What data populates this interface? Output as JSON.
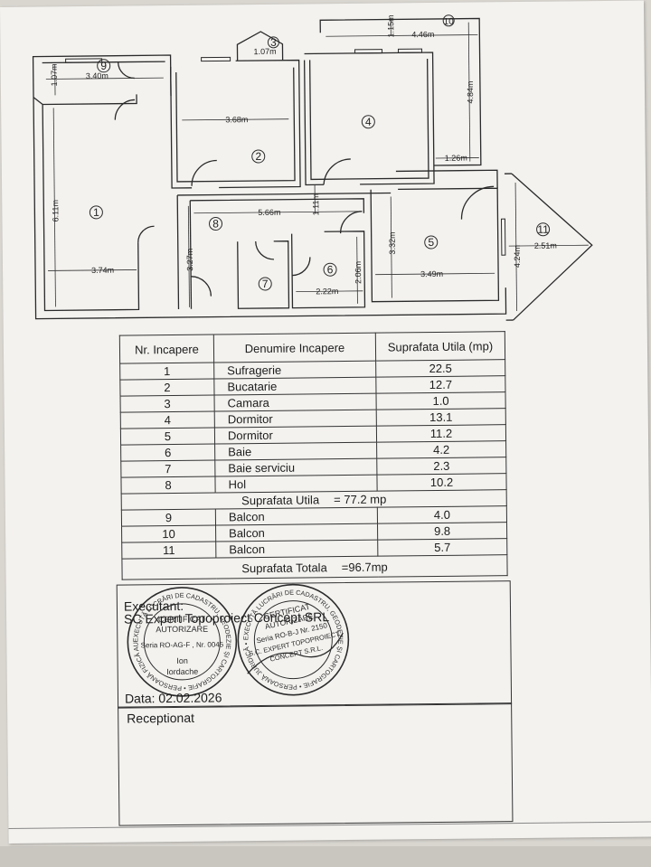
{
  "plan": {
    "rooms": [
      {
        "id": "1"
      },
      {
        "id": "2"
      },
      {
        "id": "3"
      },
      {
        "id": "4"
      },
      {
        "id": "5"
      },
      {
        "id": "6"
      },
      {
        "id": "7"
      },
      {
        "id": "8"
      },
      {
        "id": "9"
      },
      {
        "id": "10"
      },
      {
        "id": "11"
      }
    ],
    "dims": {
      "d9w": "3.40m",
      "d9h": "1.07m",
      "d3": "1.07m",
      "d10top": "4.46m",
      "d10h": "1.15m",
      "d1h": "6.11m",
      "d2w": "3.68m",
      "d4h": "4.84m",
      "d126": "1.26m",
      "d8w": "5.66m",
      "d11h": "1.11m",
      "d8h": "3.27m",
      "d5h": "3.32m",
      "d11w": "2.51m",
      "d11v": "4.24m",
      "d1w": "3.74m",
      "d6h": "2.06m",
      "d6w": "2.22m",
      "d5w": "3.49m"
    }
  },
  "table": {
    "headers": [
      "Nr. Incapere",
      "Denumire Incapere",
      "Suprafata Utila (mp)"
    ],
    "rows": [
      [
        "1",
        "Sufragerie",
        "22.5"
      ],
      [
        "2",
        "Bucatarie",
        "12.7"
      ],
      [
        "3",
        "Camara",
        "1.0"
      ],
      [
        "4",
        "Dormitor",
        "13.1"
      ],
      [
        "5",
        "Dormitor",
        "11.2"
      ],
      [
        "6",
        "Baie",
        "4.2"
      ],
      [
        "7",
        "Baie serviciu",
        "2.3"
      ],
      [
        "8",
        "Hol",
        "10.2"
      ]
    ],
    "utila_label": "Suprafata Utila",
    "utila_value": "= 77.2 mp",
    "balcon_rows": [
      [
        "9",
        "Balcon",
        "4.0"
      ],
      [
        "10",
        "Balcon",
        "9.8"
      ],
      [
        "11",
        "Balcon",
        "5.7"
      ]
    ],
    "totala_label": "Suprafata Totala",
    "totala_value": "=96.7mp"
  },
  "executant": {
    "label": "Executant:",
    "company": "SC Expert Topoproiect Concept SRL",
    "date": "Data: 02.02.2026"
  },
  "stamp1": {
    "ring": "EXECUTĂ LUCRĂRI DE CADASTRU, GEODEZIE ȘI CARTOGRAFIE • PERSOANĂ FIZICĂ AUTORIZATĂ •",
    "title": "CERTIFICAT",
    "sub": "AUTORIZARE",
    "series": "Seria RO-AG-F , Nr. 0045",
    "name1": "Ion",
    "name2": "Iordache"
  },
  "stamp2": {
    "ring": "EXECUTĂ LUCRĂRI DE CADASTRU, GEODEZIE ȘI CARTOGRAFIE • PERSOANĂ JURIDICĂ • CLASA II •",
    "title": "CERTIFICAT",
    "sub": "AUTORIZARE",
    "series": "Seria RO-B-J Nr. 2150",
    "company1": "S.C. EXPERT TOPOPROIECT",
    "company2": "CONCEPT S.R.L."
  },
  "receptionat": {
    "label": "Receptionat"
  },
  "colors": {
    "ink": "#1c1c1c",
    "paper": "#f3f2ef",
    "stamp": "#2b2b2b"
  }
}
